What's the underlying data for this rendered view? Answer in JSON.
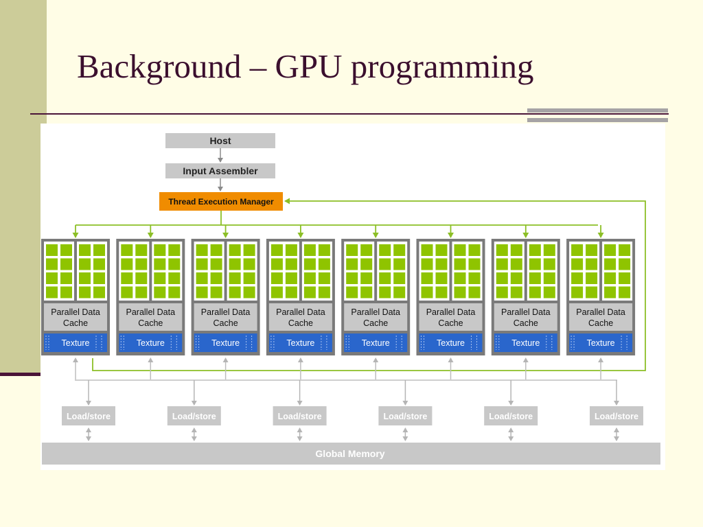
{
  "slide": {
    "title": "Background – GPU programming",
    "colors": {
      "background": "#fffde6",
      "left_band": "#cccc99",
      "title_text": "#3b0f2e",
      "rule": "#4a1438"
    }
  },
  "diagram": {
    "host_label": "Host",
    "input_assembler_label": "Input Assembler",
    "thread_manager_label": "Thread Execution Manager",
    "multiprocessor_count": 8,
    "cores_per_group": 8,
    "groups_per_multiprocessor": 2,
    "cache_label_line1": "Parallel Data",
    "cache_label_line2": "Cache",
    "texture_label": "Texture",
    "load_store_label": "Load/store",
    "load_store_count": 6,
    "global_memory_label": "Global Memory",
    "colors": {
      "core": "#8fc400",
      "thread_manager": "#f08c00",
      "texture": "#2a66cc",
      "connector": "#8cbf26",
      "gray_box": "#c8c8c8",
      "multiprocessor_frame": "#7a7a7a"
    }
  }
}
